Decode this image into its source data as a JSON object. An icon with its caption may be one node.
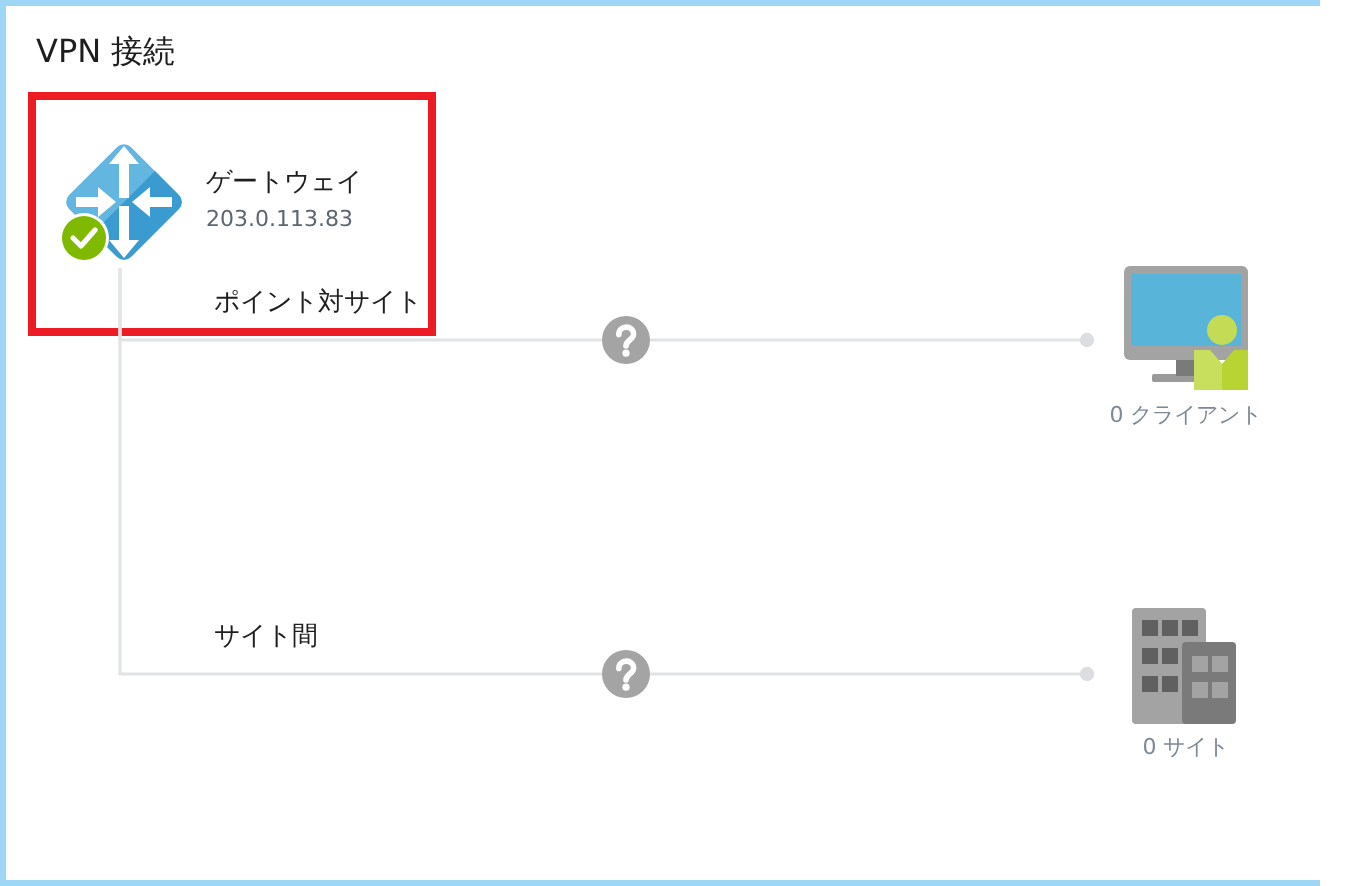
{
  "diagram": {
    "title": "VPN 接続",
    "nodes": [
      {
        "text": [],
        "shape": "box"
      },
      {
        "text": [
          "ゲートウェイ",
          "203.0.113.83"
        ],
        "in": 0
      },
      {
        "text": [
          "0 クライアント"
        ]
      },
      {
        "text": [
          "0 サイト"
        ]
      }
    ],
    "edges": [
      {
        "from": 1,
        "to": 2,
        "arrow": "other",
        "label": "ポイント対サイト"
      },
      {
        "from": 1,
        "to": 3,
        "arrow": "other",
        "label": "サイト間"
      }
    ]
  }
}
